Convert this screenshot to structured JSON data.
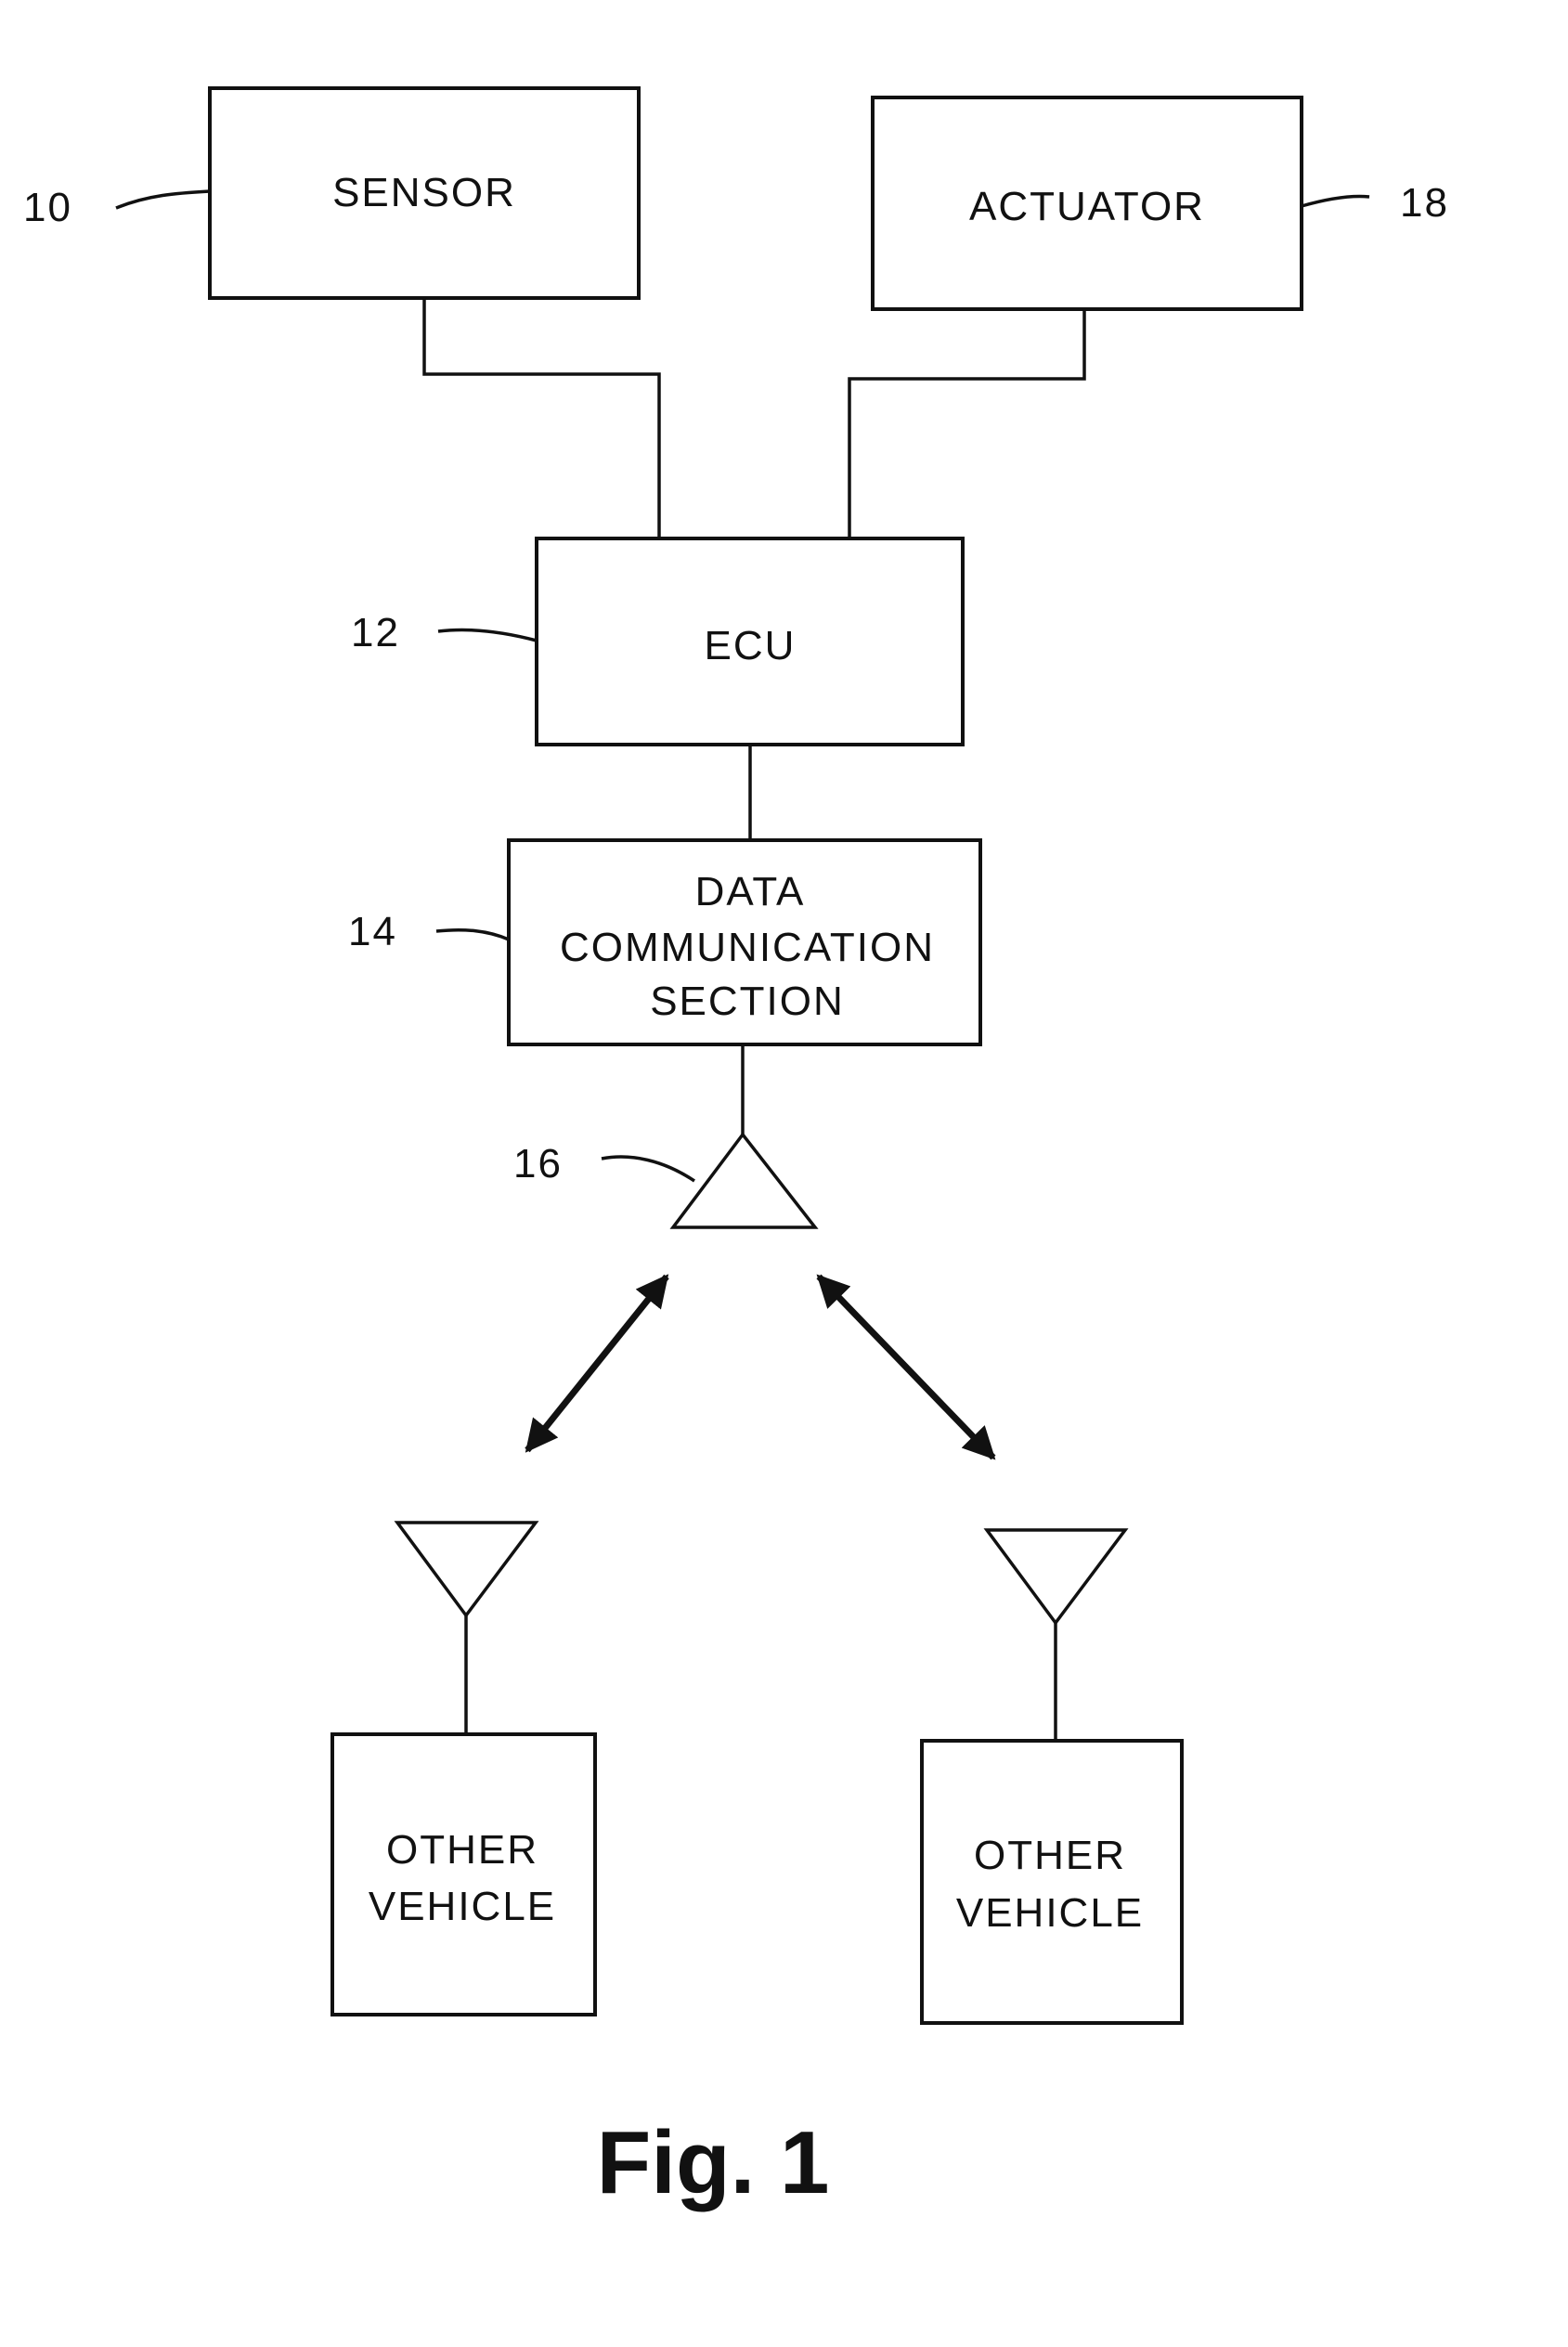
{
  "blocks": {
    "sensor": {
      "label": "SENSOR",
      "ref": "10"
    },
    "actuator": {
      "label": "ACTUATOR",
      "ref": "18"
    },
    "ecu": {
      "label": "ECU",
      "ref": "12"
    },
    "data_comm": {
      "line1": "DATA",
      "line2": "COMMUNICATION",
      "line3": "SECTION",
      "ref": "14"
    },
    "antenna": {
      "ref": "16"
    },
    "other_vehicle_left": {
      "line1": "OTHER",
      "line2": "VEHICLE"
    },
    "other_vehicle_right": {
      "line1": "OTHER",
      "line2": "VEHICLE"
    }
  },
  "caption": "Fig. 1"
}
